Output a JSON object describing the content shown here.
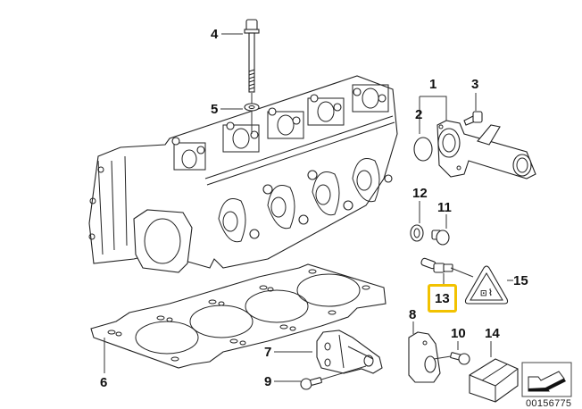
{
  "diagram": {
    "title": "Cylinder head with mounted parts",
    "reference_number": "00156775",
    "highlighted_callout": "13",
    "highlight_color": "#f2c200",
    "callouts": [
      {
        "id": "1",
        "part": "coolant-flange"
      },
      {
        "id": "2",
        "part": "o-ring"
      },
      {
        "id": "3",
        "part": "flange-bolt"
      },
      {
        "id": "4",
        "part": "cylinder-head-bolt"
      },
      {
        "id": "5",
        "part": "washer"
      },
      {
        "id": "6",
        "part": "cylinder-head-gasket"
      },
      {
        "id": "7",
        "part": "bracket"
      },
      {
        "id": "8",
        "part": "holder-plate"
      },
      {
        "id": "9",
        "part": "hex-bolt"
      },
      {
        "id": "10",
        "part": "hex-bolt"
      },
      {
        "id": "11",
        "part": "screw-plug"
      },
      {
        "id": "12",
        "part": "gasket-ring"
      },
      {
        "id": "13",
        "part": "temperature-sensor"
      },
      {
        "id": "14",
        "part": "box-kit"
      },
      {
        "id": "15",
        "part": "warning-label"
      }
    ]
  }
}
